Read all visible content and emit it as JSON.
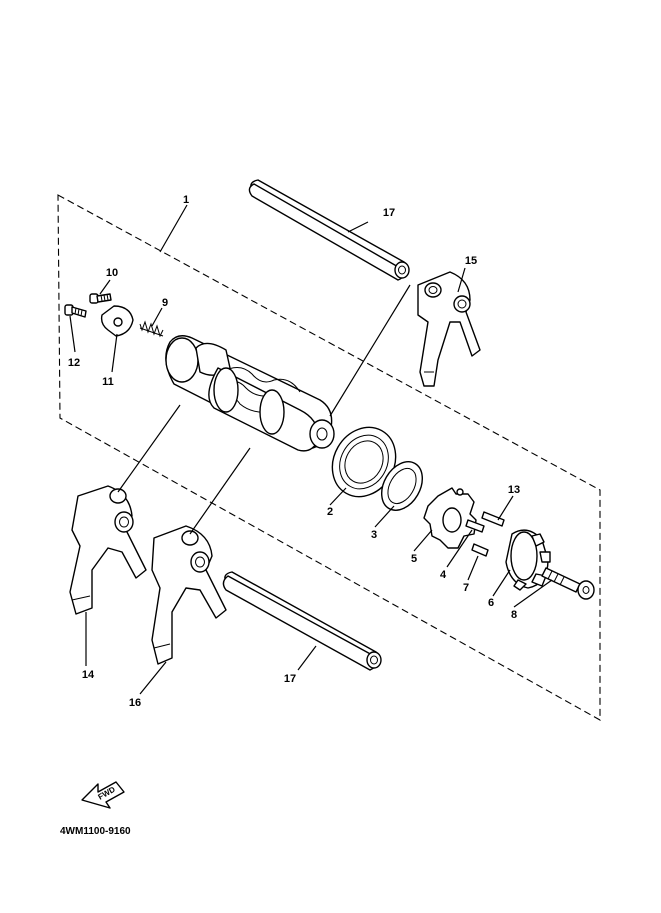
{
  "parts": [
    {
      "key": "p1",
      "label": "1"
    },
    {
      "key": "p2",
      "label": "2"
    },
    {
      "key": "p3",
      "label": "3"
    },
    {
      "key": "p4",
      "label": "4"
    },
    {
      "key": "p5",
      "label": "5"
    },
    {
      "key": "p6",
      "label": "6"
    },
    {
      "key": "p7",
      "label": "7"
    },
    {
      "key": "p8",
      "label": "8"
    },
    {
      "key": "p9",
      "label": "9"
    },
    {
      "key": "p10",
      "label": "10"
    },
    {
      "key": "p11",
      "label": "11"
    },
    {
      "key": "p12",
      "label": "12"
    },
    {
      "key": "p13",
      "label": "13"
    },
    {
      "key": "p14",
      "label": "14"
    },
    {
      "key": "p15",
      "label": "15"
    },
    {
      "key": "p16",
      "label": "16"
    },
    {
      "key": "p17a",
      "label": "17"
    },
    {
      "key": "p17b",
      "label": "17"
    }
  ],
  "fwd_label": "FWD",
  "diagram_code": "4WM1100-9160"
}
